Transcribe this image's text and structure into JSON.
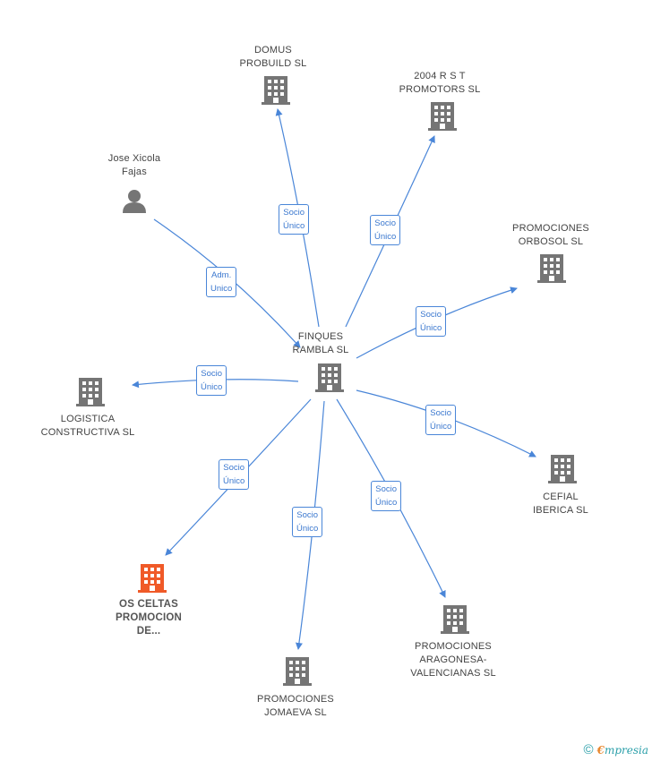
{
  "center": {
    "label": "FINQUES\nRAMBLA SL"
  },
  "nodes": {
    "domus": {
      "label": "DOMUS\nPROBUILD SL"
    },
    "rst": {
      "label": "2004 R S T\nPROMOTORS SL"
    },
    "jose": {
      "label": "Jose Xicola\nFajas"
    },
    "orbosol": {
      "label": "PROMOCIONES\nORBOSOL SL"
    },
    "logistica": {
      "label": "LOGISTICA\nCONSTRUCTIVA SL"
    },
    "cefial": {
      "label": "CEFIAL\nIBERICA SL"
    },
    "celtas": {
      "label": "OS CELTAS\nPROMOCION\nDE..."
    },
    "aragonesa": {
      "label": "PROMOCIONES\nARAGONESA-\nVALENCIANAS SL"
    },
    "jomaeva": {
      "label": "PROMOCIONES\nJOMAEVA SL"
    }
  },
  "edges": {
    "domus": {
      "label": "Socio\nÚnico"
    },
    "rst": {
      "label": "Socio\nÚnico"
    },
    "jose": {
      "label": "Adm.\nUnico"
    },
    "orbosol": {
      "label": "Socio\nÚnico"
    },
    "logistica": {
      "label": "Socio\nÚnico"
    },
    "cefial": {
      "label": "Socio\nÚnico"
    },
    "celtas": {
      "label": "Socio\nÚnico"
    },
    "aragonesa": {
      "label": "Socio\nÚnico"
    },
    "jomaeva": {
      "label": "Socio\nÚnico"
    }
  },
  "colors": {
    "edge": "#4a86d8",
    "building": "#757575",
    "highlight": "#f05a28",
    "person": "#757575"
  },
  "footer": {
    "copyright": "©",
    "brand_e": "€",
    "brand_rest": "mpresia"
  }
}
